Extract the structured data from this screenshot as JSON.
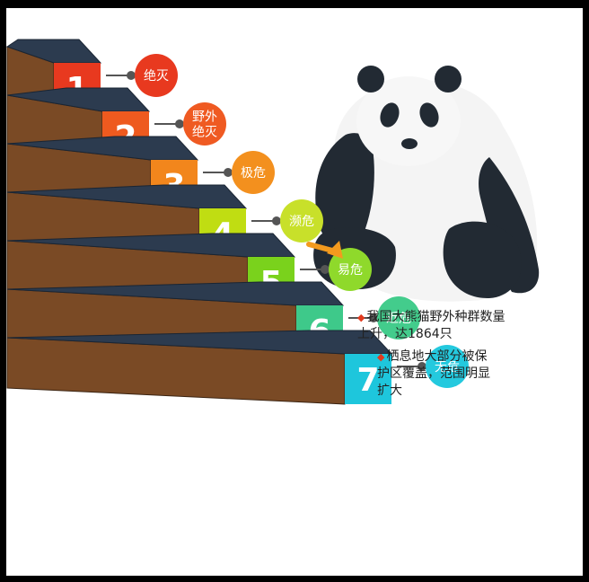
{
  "stairs": {
    "steps": [
      {
        "number": "1",
        "label_lines": [
          "绝灭"
        ],
        "face_color": "#e8391f",
        "circle_color": "#e8391f"
      },
      {
        "number": "2",
        "label_lines": [
          "野外",
          "绝灭"
        ],
        "face_color": "#ee5a1f",
        "circle_color": "#ef5a22"
      },
      {
        "number": "3",
        "label_lines": [
          "极危"
        ],
        "face_color": "#f2861c",
        "circle_color": "#f3901e"
      },
      {
        "number": "4",
        "label_lines": [
          "濒危"
        ],
        "face_color": "#c0dd12",
        "circle_color": "#c8e02a"
      },
      {
        "number": "5",
        "label_lines": [
          "易危"
        ],
        "face_color": "#7ad21c",
        "circle_color": "#8fd92b"
      },
      {
        "number": "6",
        "label_lines": [
          "近危"
        ],
        "face_color": "#3ec98a",
        "circle_color": "#43cc8c"
      },
      {
        "number": "7",
        "label_lines": [
          "无危"
        ],
        "face_color": "#1ec6dc",
        "circle_color": "#24c9de"
      }
    ],
    "highlight_arrow_color": "#f39a1e"
  },
  "notes": [
    {
      "lines": [
        "我国大熊猫野外种群数量",
        "上升，达1864只"
      ]
    },
    {
      "lines": [
        "栖息地大部分被保",
        "护区覆盖，范围明显",
        "扩大"
      ]
    }
  ],
  "colors": {
    "background": "#000000",
    "panel": "#ffffff",
    "step_top": "#2c3b4f",
    "step_side": "#7a4a25",
    "connector": "#555555",
    "bullet": "#e23a1e"
  }
}
